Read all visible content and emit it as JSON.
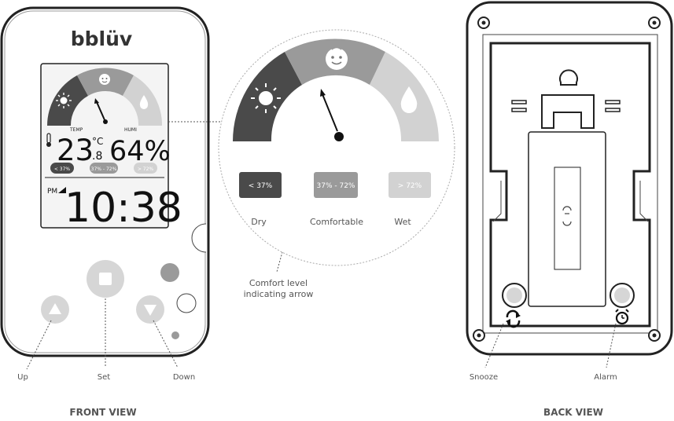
{
  "brand": {
    "logo_text": "bblüv"
  },
  "lcd": {
    "temp_label": "TEMP",
    "humi_label": "HUMI",
    "temp_value": "23",
    "temp_decimal": ".8",
    "temp_unit": "°C",
    "humidity_value": "64%",
    "ampm": "PM",
    "time": "10:38",
    "range_dry": "< 37%",
    "range_comfortable": "37% - 72%",
    "range_wet": "> 72%"
  },
  "zoom": {
    "range_dry": "< 37%",
    "range_comfortable": "37% - 72%",
    "range_wet": "> 72%",
    "label_dry": "Dry",
    "label_comfortable": "Comfortable",
    "label_wet": "Wet"
  },
  "callouts": {
    "arrow_line1": "Comfort level",
    "arrow_line2": "indicating arrow",
    "up": "Up",
    "set": "Set",
    "down": "Down",
    "snooze": "Snooze",
    "alarm": "Alarm"
  },
  "views": {
    "front": "FRONT VIEW",
    "back": "BACK VIEW"
  },
  "colors": {
    "dry": "#4a4a4a",
    "comfortable": "#9a9a9a",
    "wet": "#d2d2d2",
    "button": "#d6d6d6"
  }
}
